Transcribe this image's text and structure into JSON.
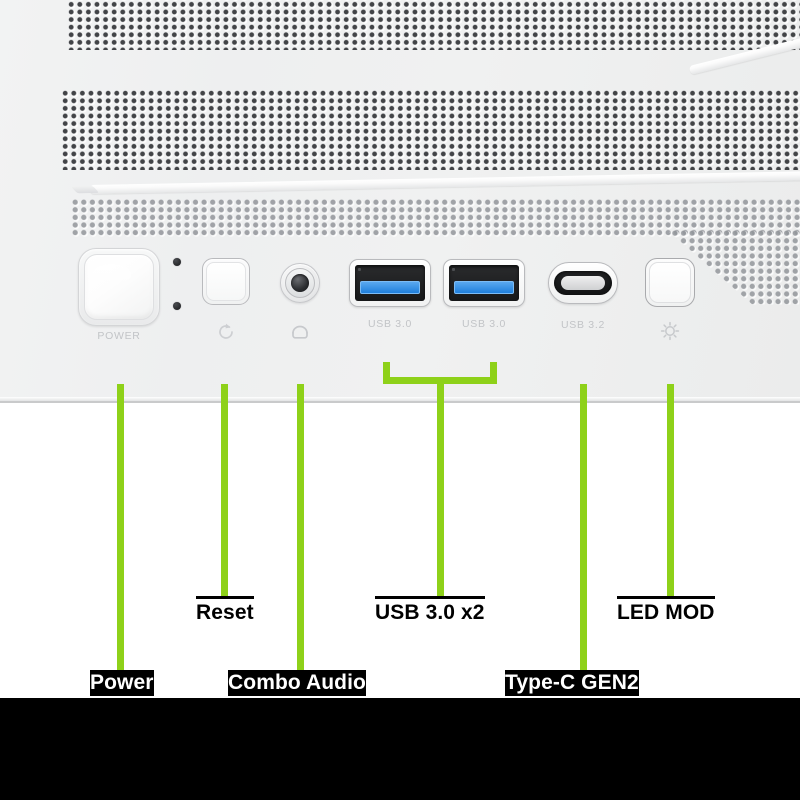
{
  "product": {
    "panel_type": "front-io-panel",
    "finish_color": "#f0f1f1",
    "accent_color": "#8ed119",
    "usb3_tongue_color": "#2f8fe4"
  },
  "panel": {
    "controls": [
      {
        "id": "power",
        "name": "power-button",
        "caption": "POWER",
        "glyph": "none"
      },
      {
        "id": "indicator-1",
        "name": "led-indicator",
        "caption": "",
        "glyph": "dot"
      },
      {
        "id": "indicator-2",
        "name": "led-indicator",
        "caption": "",
        "glyph": "dot"
      },
      {
        "id": "reset",
        "name": "reset-button",
        "caption": "",
        "glyph": "reset-arrow-icon"
      },
      {
        "id": "audio",
        "name": "audio-jack",
        "caption": "",
        "glyph": "headphone-icon"
      },
      {
        "id": "usb-a-1",
        "name": "usb-a-port",
        "caption": "USB 3.0",
        "glyph": "none"
      },
      {
        "id": "usb-a-2",
        "name": "usb-a-port",
        "caption": "USB 3.0",
        "glyph": "none"
      },
      {
        "id": "usb-c",
        "name": "usb-c-port",
        "caption": "USB 3.2",
        "glyph": "none"
      },
      {
        "id": "led-mod",
        "name": "led-mode-button",
        "caption": "",
        "glyph": "brightness-icon"
      }
    ],
    "captions": {
      "power": "POWER",
      "usb_a_1": "USB 3.0",
      "usb_a_2": "USB 3.0",
      "usb_c": "USB 3.2"
    }
  },
  "callouts": [
    {
      "key": "power",
      "label": "Power",
      "style": "light",
      "row": "lower"
    },
    {
      "key": "reset",
      "label": "Reset",
      "style": "dark",
      "row": "upper"
    },
    {
      "key": "audio",
      "label": "Combo Audio",
      "style": "light",
      "row": "lower"
    },
    {
      "key": "usb3",
      "label": "USB 3.0 x2",
      "style": "dark",
      "row": "upper"
    },
    {
      "key": "typec",
      "label": "Type-C GEN2",
      "style": "light",
      "row": "lower"
    },
    {
      "key": "ledmod",
      "label": "LED MOD",
      "style": "dark",
      "row": "upper"
    }
  ]
}
